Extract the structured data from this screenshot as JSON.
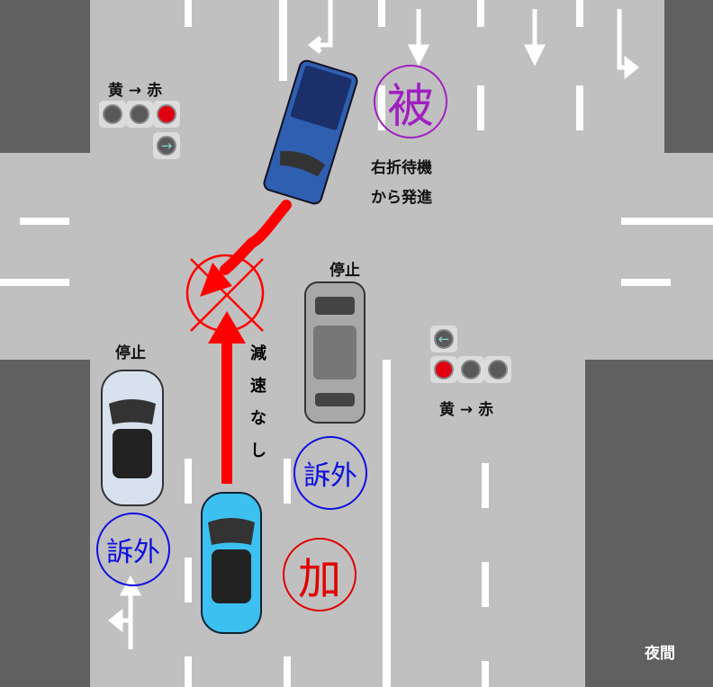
{
  "signals": {
    "top_left": {
      "label": "黄 → 赤",
      "lamps": [
        "off",
        "off",
        "red"
      ],
      "arrow": "right",
      "arrow_glyph": "→"
    },
    "right": {
      "label": "黄 → 赤",
      "lamps": [
        "red",
        "off",
        "off"
      ],
      "arrow": "left",
      "arrow_glyph": "←"
    }
  },
  "labels": {
    "victim_action": [
      "右折待機",
      "から発進"
    ],
    "stopped_top": "停止",
    "stopped_left": "停止",
    "no_decel": "減速なし",
    "night": "夜間"
  },
  "stamps": {
    "victim": {
      "text": "被",
      "color": "#a020c0"
    },
    "outside_right": {
      "text": "訴外",
      "color": "#1010e0"
    },
    "outside_left": {
      "text": "訴外",
      "color": "#1010e0"
    },
    "offender": {
      "text": "加",
      "color": "#e00000"
    }
  },
  "colors": {
    "road": "#c0c0c0",
    "sidewalk": "#606060",
    "arrow": "#ff0000",
    "victim_car": "#2f5fb0",
    "offender_car": "#3cc0f0"
  }
}
